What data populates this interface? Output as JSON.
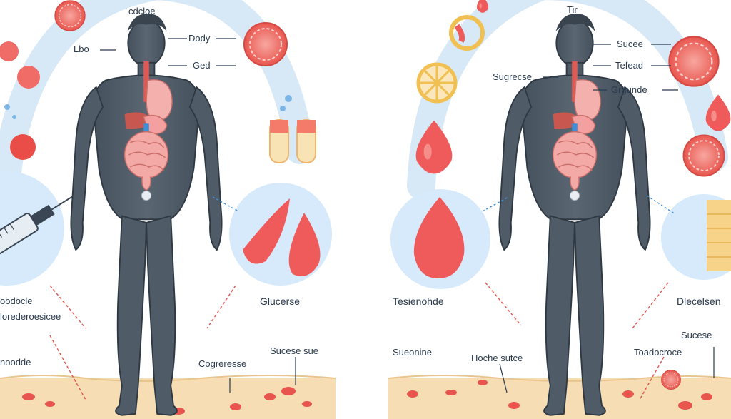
{
  "panel_left": {
    "labels": {
      "top_center": "cdcloe",
      "left_upper": "Lbo",
      "body": "Dody",
      "ged": "Ged",
      "left_mid_1": "oodocle",
      "left_mid_2": "lorederoesicee",
      "bottom_left": "noodde",
      "right_mid": "Glucerse",
      "bottom_center": "Cogreresse",
      "bottom_right": "Sucese sue"
    }
  },
  "panel_right": {
    "labels": {
      "top_center": "Tir",
      "sucese": "Sucee",
      "tefead": "Tefead",
      "grgunde": "Grgunde",
      "left_upper": "Sugrecse",
      "left_mid": "Tesienohde",
      "right_mid": "Dlecelsen",
      "bottom_left": "Sueonine",
      "bottom_center": "Hoche sutce",
      "bottom_right_upper": "Sucese",
      "bottom_right_lower": "Toadocroce"
    }
  },
  "colors": {
    "body": "#4d5a66",
    "organ_pink": "#f0a4a2",
    "drop_red": "#ef5a5a",
    "arc_blue": "#d7e8f6",
    "circle_blue": "#d6eafb",
    "ground": "#f6ddb3"
  }
}
